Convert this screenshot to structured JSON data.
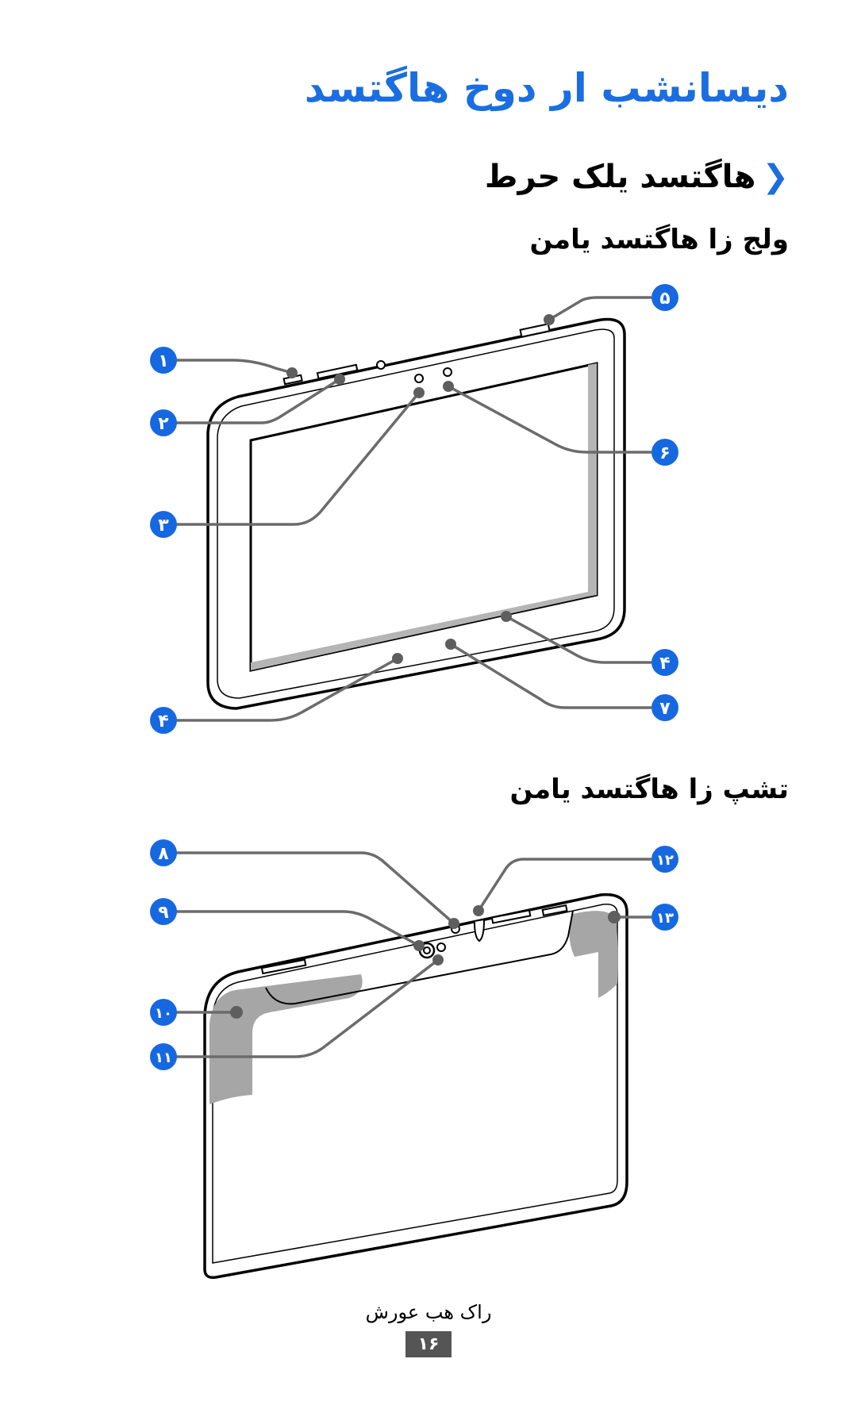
{
  "page_title": "دیسانشب ار دوخ هاگتسد",
  "section": {
    "chevron": "❮",
    "heading": "هاگتسد یلک حرط"
  },
  "front": {
    "heading": "ولج زا هاگتسد یامن",
    "callouts": {
      "c1": "۱",
      "c2": "۲",
      "c3": "۳",
      "c4a": "۴",
      "c4b": "۴",
      "c5": "۵",
      "c6": "۶",
      "c7": "۷"
    }
  },
  "back": {
    "heading": "تشپ زا هاگتسد یامن",
    "callouts": {
      "c8": "۸",
      "c9": "۹",
      "c10": "۱۰",
      "c11": "۱۱",
      "c12": "۱۲",
      "c13": "۱۳"
    }
  },
  "footer": {
    "label": "راک هب عورش",
    "page_number": "۱۶"
  },
  "colors": {
    "accent": "#1a6ee0",
    "badge": "#1668e0",
    "leader": "#6b6b6b",
    "shaded_area": "#a6a6a6"
  }
}
